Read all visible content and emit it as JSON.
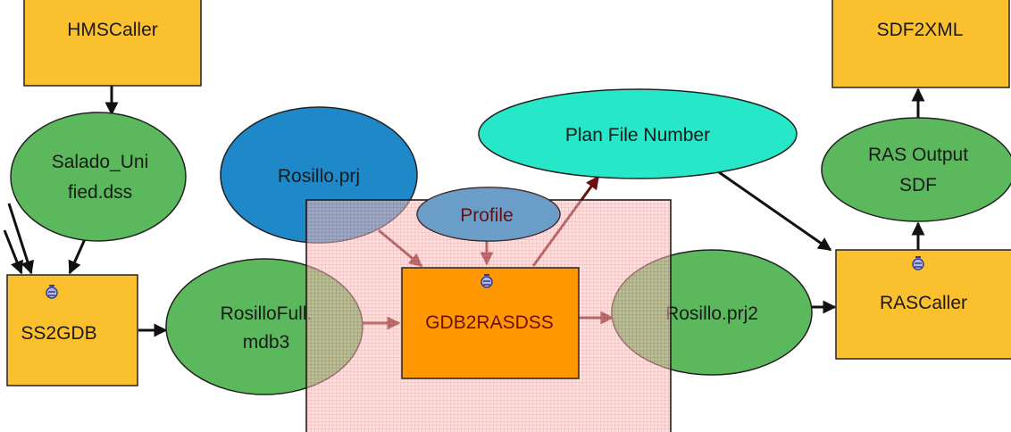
{
  "nodes": {
    "hmscaller": {
      "label": "HMSCaller",
      "type": "tool",
      "color": "#fbc02d"
    },
    "salado": {
      "line1": "Salado_Uni",
      "line2": "fied.dss",
      "type": "data",
      "color": "#5cb85c"
    },
    "ss2gdb": {
      "label": "SS2GDB",
      "type": "tool",
      "color": "#fbc02d"
    },
    "rosillofull": {
      "line1": "RosilloFull.",
      "line2": "mdb3",
      "type": "data",
      "color": "#5cb85c"
    },
    "rosillo_prj": {
      "label": "Rosillo.prj",
      "type": "input",
      "color": "#1e88c8"
    },
    "profile": {
      "label": "Profile",
      "type": "input",
      "color": "#29b6f6"
    },
    "gdb2rasdss": {
      "label": "GDB2RASDSS",
      "type": "tool",
      "color": "#ff9800"
    },
    "plan_file_number": {
      "label": "Plan File Number",
      "type": "value",
      "color": "#26e8c8"
    },
    "rosillo_prj2": {
      "label": "Rosillo.prj2",
      "type": "data",
      "color": "#5cb85c"
    },
    "rascaller": {
      "label": "RASCaller",
      "type": "tool",
      "color": "#fbc02d"
    },
    "ras_output_sdf": {
      "line1": "RAS Output",
      "line2": "SDF",
      "type": "data",
      "color": "#5cb85c"
    },
    "sdf2xml": {
      "label": "SDF2XML",
      "type": "tool",
      "color": "#fbc02d"
    }
  },
  "edges": [
    [
      "hmscaller",
      "salado"
    ],
    [
      "salado",
      "ss2gdb"
    ],
    [
      "ss2gdb",
      "rosillofull"
    ],
    [
      "rosillofull",
      "gdb2rasdss"
    ],
    [
      "rosillo_prj",
      "gdb2rasdss"
    ],
    [
      "profile",
      "gdb2rasdss"
    ],
    [
      "gdb2rasdss",
      "plan_file_number"
    ],
    [
      "gdb2rasdss",
      "rosillo_prj2"
    ],
    [
      "plan_file_number",
      "rascaller"
    ],
    [
      "rosillo_prj2",
      "rascaller"
    ],
    [
      "rascaller",
      "ras_output_sdf"
    ],
    [
      "ras_output_sdf",
      "sdf2xml"
    ]
  ],
  "selection": {
    "highlight_color": "#e57373"
  }
}
